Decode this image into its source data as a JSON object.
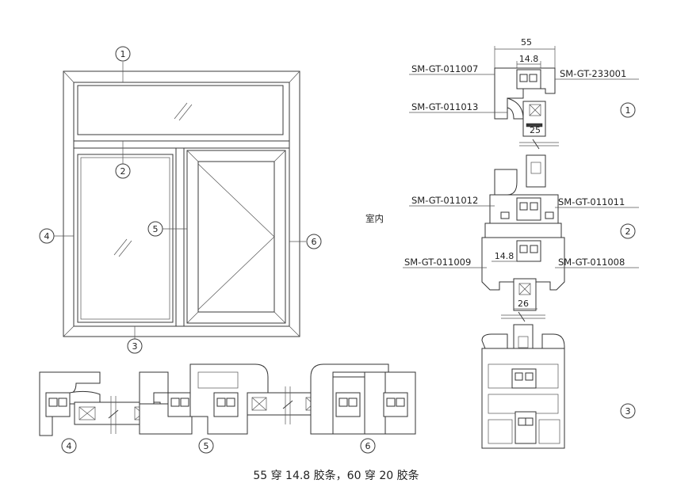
{
  "markers": {
    "m1": "1",
    "m2": "2",
    "m3": "3",
    "m4": "4",
    "m5": "5",
    "m6": "6",
    "r1": "1",
    "r2": "2",
    "r3": "3",
    "b4": "4",
    "b5": "5",
    "b6": "6"
  },
  "dims": {
    "d55": "55",
    "d148a": "14.8",
    "d25": "25",
    "d148b": "14.8",
    "d26": "26"
  },
  "codes": {
    "c011007": "SM-GT-011007",
    "c233001": "SM-GT-233001",
    "c011013": "SM-GT-011013",
    "c011012": "SM-GT-011012",
    "c011011": "SM-GT-011011",
    "c011009": "SM-GT-011009",
    "c011008": "SM-GT-011008"
  },
  "interior_label": "室内",
  "caption": "55 穿 14.8 胶条，60 穿 20 胶条"
}
